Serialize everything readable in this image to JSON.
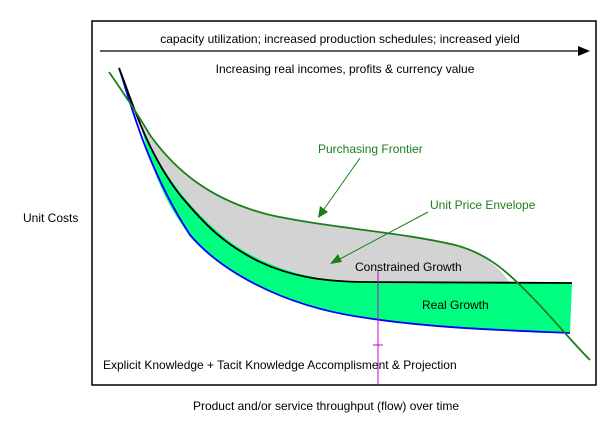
{
  "top_arrow_label": "capacity utilization; increased production schedules; increased yield",
  "subtitle": "Increasing real incomes, profits & currency value",
  "y_axis_label": "Unit Costs",
  "x_axis_label": "Product and/or service throughput (flow) over time",
  "bottom_note": "Explicit Knowledge + Tacit Knowledge Accomplisment & Projection",
  "curves": {
    "purchasing_frontier": {
      "label": "Purchasing Frontier"
    },
    "unit_price_envelope": {
      "label": "Unit Price Envelope"
    },
    "constrained_growth": {
      "label": "Constrained Growth"
    },
    "real_growth": {
      "label": "Real Growth"
    }
  },
  "colors": {
    "purchasing_frontier": "#1a7f1a",
    "real_growth_curve": "#0000ff",
    "constrained_curve": "#000000",
    "gray_fill": "#d3d3d3",
    "green_fill": "#00ff80",
    "marker_line": "#cc00cc",
    "label_green": "#1a7f1a"
  }
}
